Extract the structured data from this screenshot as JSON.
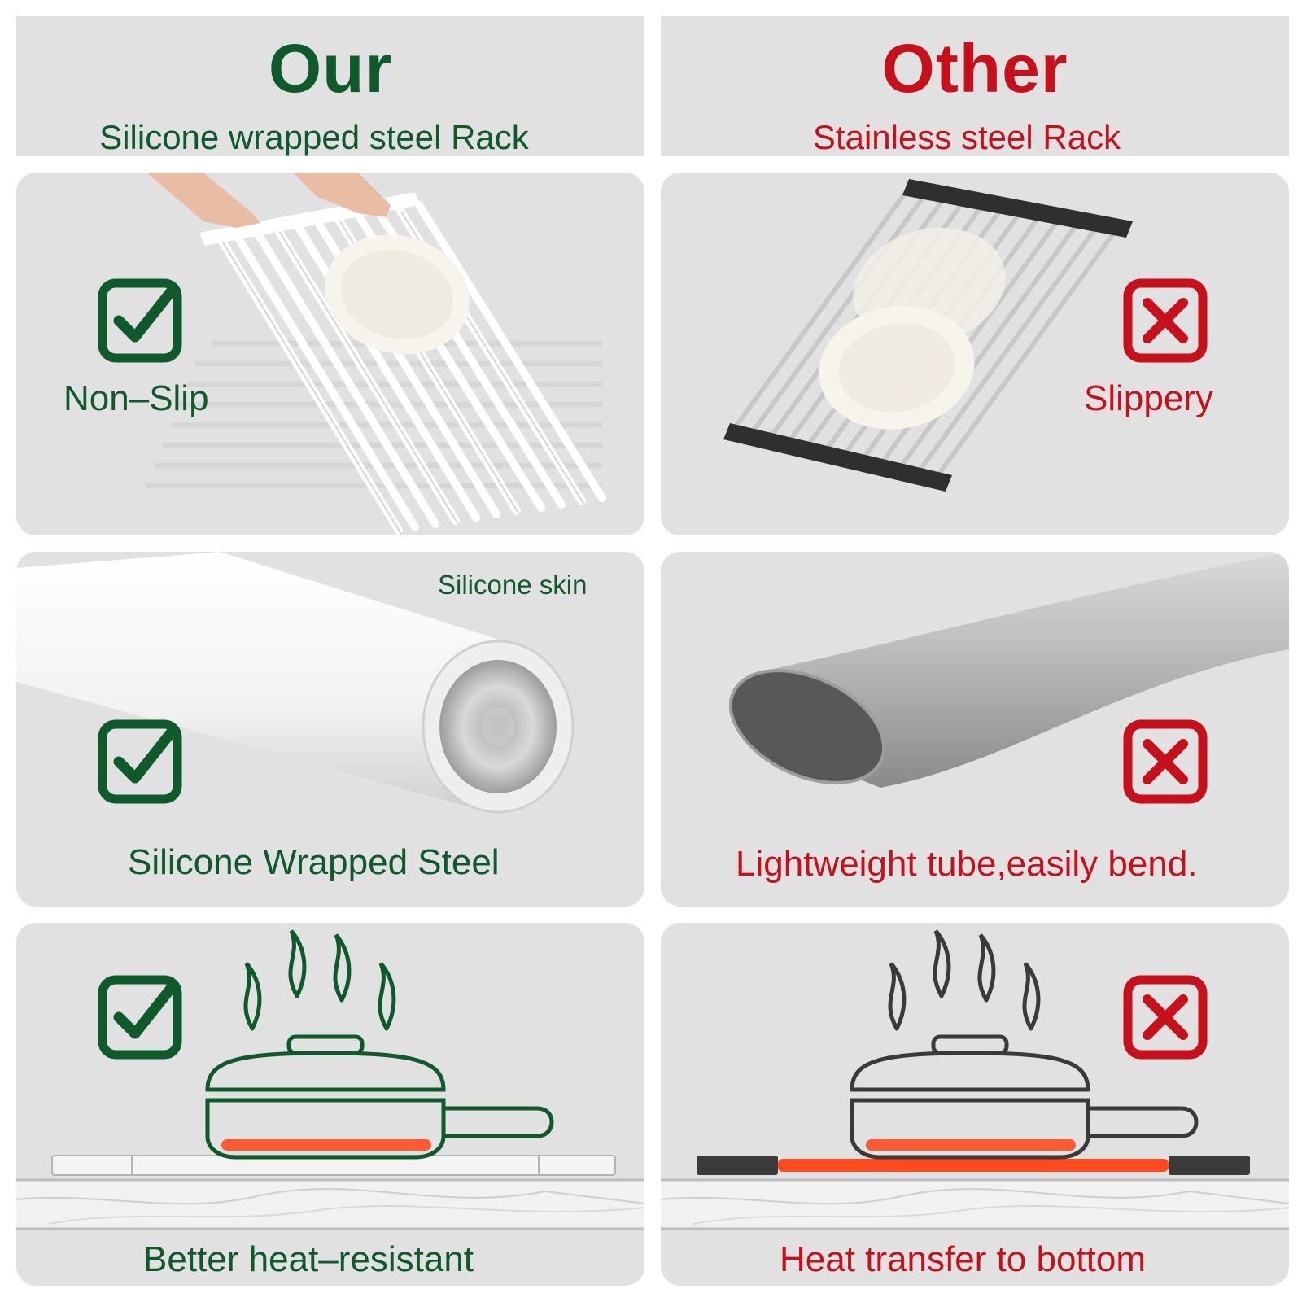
{
  "colors": {
    "accent_green": "#0e5a2a",
    "accent_red": "#c8101a",
    "panel_bg": "#e1e1e1"
  },
  "left_header": {
    "title": "Our",
    "subtitle": "Silicone wrapped steel Rack"
  },
  "right_header": {
    "title": "Other",
    "subtitle": "Stainless steel Rack"
  },
  "row1": {
    "left": {
      "icon": "check-icon",
      "label": "Non–Slip"
    },
    "right": {
      "icon": "cross-icon",
      "label": "Slippery"
    }
  },
  "row2": {
    "left": {
      "icon": "check-icon",
      "callout": "Silicone skin",
      "label": "Silicone Wrapped Steel"
    },
    "right": {
      "icon": "cross-icon",
      "label": "Lightweight tube,easily bend."
    }
  },
  "row3": {
    "left": {
      "icon": "check-icon",
      "label": "Better heat–resistant"
    },
    "right": {
      "icon": "cross-icon",
      "label": "Heat transfer to bottom"
    }
  }
}
